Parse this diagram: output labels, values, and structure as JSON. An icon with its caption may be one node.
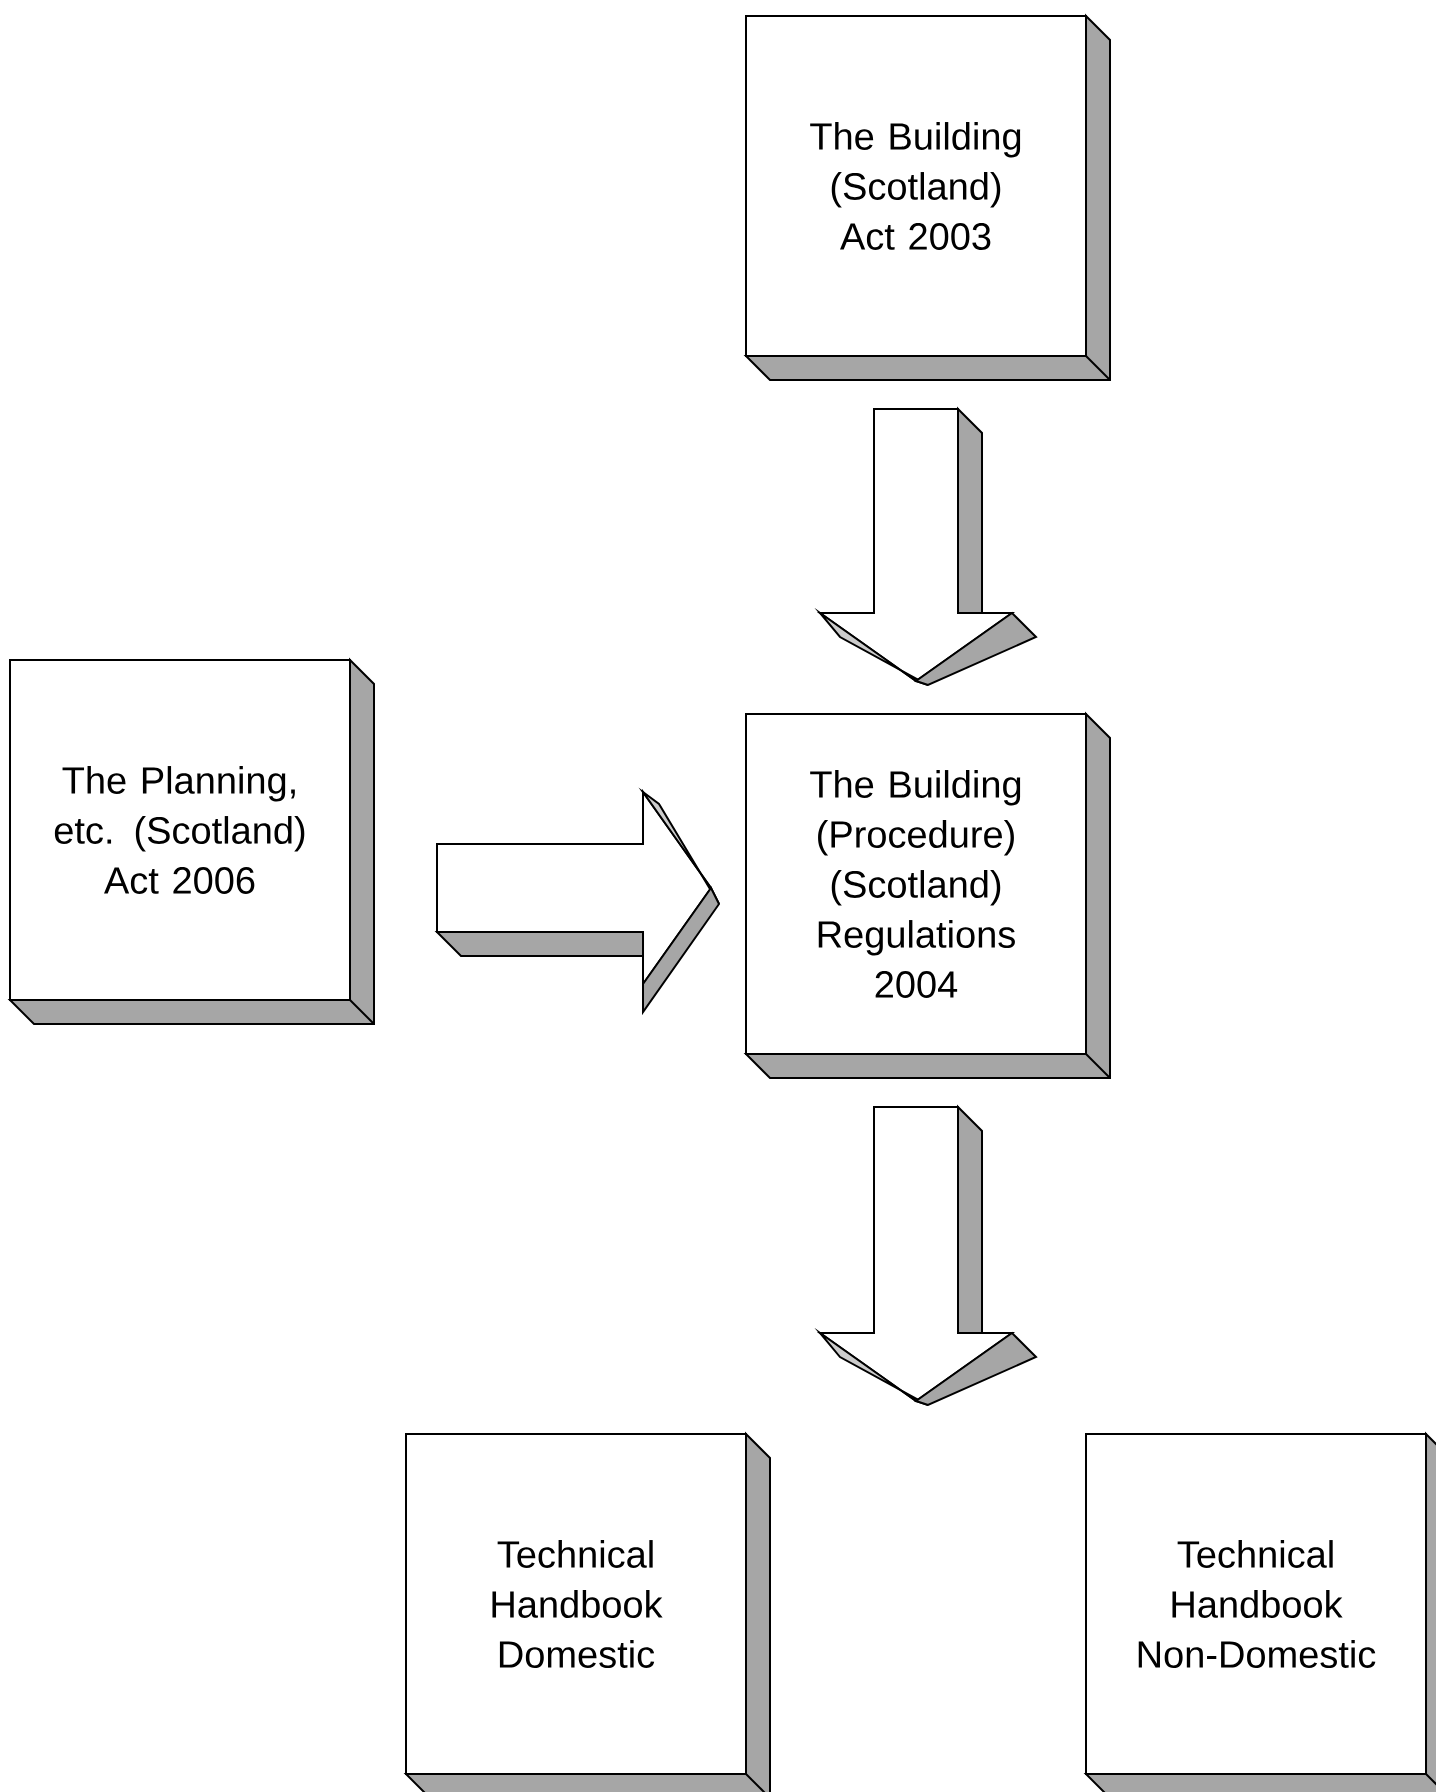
{
  "diagram": {
    "nodes": [
      {
        "text": [
          "The Building (Scotland) Act 2003"
        ]
      },
      {
        "text": [
          "The Planning, etc. (Scotland) Act 2006"
        ]
      },
      {
        "text": [
          "The Building (Procedure) (Scotland) Regulations 2004"
        ]
      },
      {
        "text": [
          "Technical Handbook Domestic"
        ]
      },
      {
        "text": [
          "Technical Handbook Non-Domestic"
        ]
      }
    ],
    "edges": [
      {
        "from": 0,
        "to": 2,
        "arrow": "to"
      },
      {
        "from": 1,
        "to": 2,
        "arrow": "to"
      },
      {
        "from": 2,
        "to": null,
        "arrow": "to"
      }
    ]
  }
}
